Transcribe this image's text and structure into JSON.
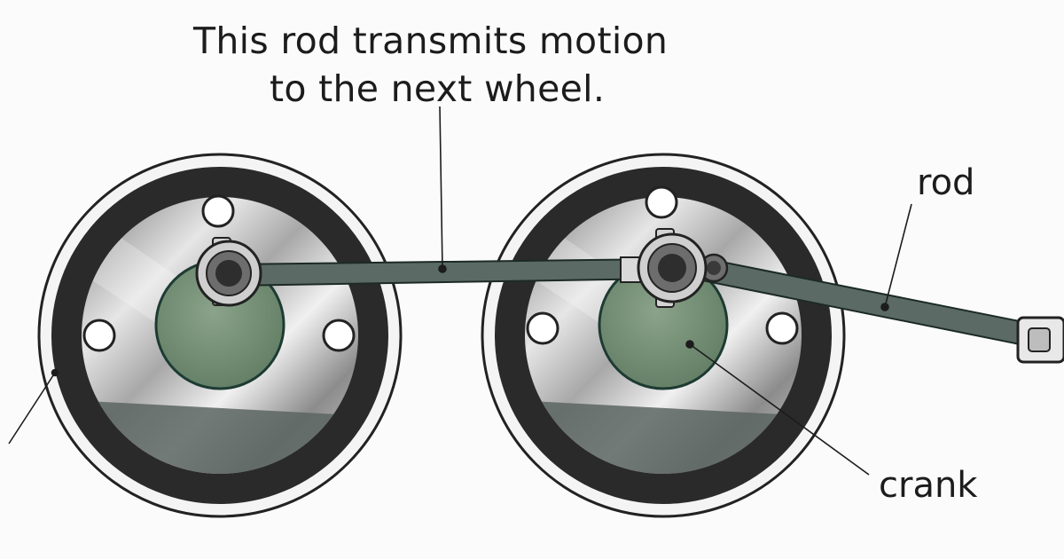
{
  "diagram": {
    "caption": {
      "line1": "This rod transmits motion",
      "line2": "to the next wheel."
    },
    "labels": {
      "rod": "rod",
      "crank": "crank"
    },
    "colors": {
      "background": "#fbfbfb",
      "wheel_rim": "#2b2b2b",
      "wheel_outer_ring": "#f2f2f2",
      "wheel_face": "#c8c8c8",
      "crank_disc": "#6e8a6e",
      "rod": "#5a6a64",
      "ink": "#1c1c1c"
    }
  }
}
